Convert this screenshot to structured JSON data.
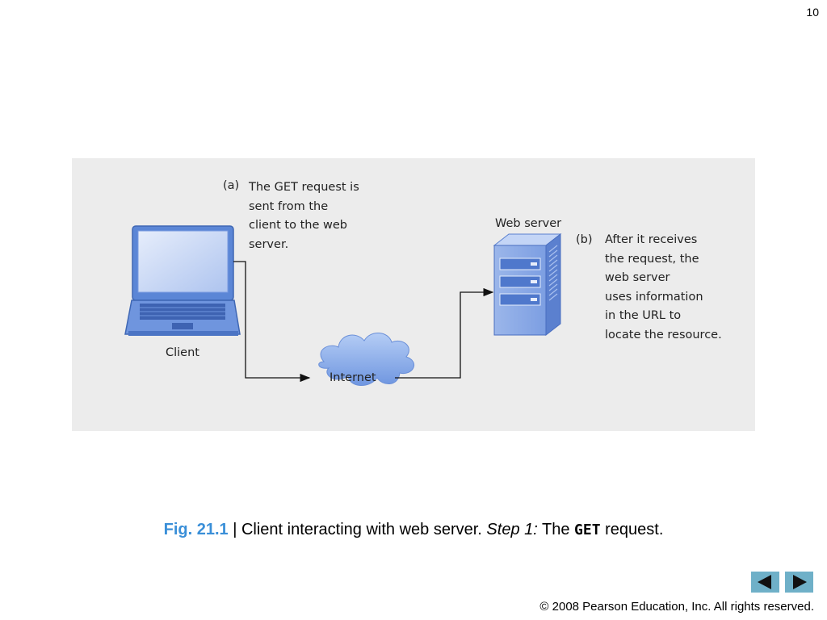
{
  "slide": {
    "page_number": "10"
  },
  "diagram": {
    "step_a_letter": "(a)",
    "step_a_text": "The GET request is\nsent from the\nclient to the web\nserver.",
    "step_b_letter": "(b)",
    "step_b_text": "After it receives\nthe request, the\nweb server\nuses information\nin the URL to\nlocate the resource.",
    "client_label": "Client",
    "internet_label": "Internet",
    "server_label": "Web server"
  },
  "caption": {
    "fig_label": "Fig. 21.1",
    "separator": " | Client interacting with web server. ",
    "step": "Step 1:",
    "the": " The ",
    "code": "GET",
    "tail": " request."
  },
  "navigation": {
    "prev_icon": "triangle-left-icon",
    "next_icon": "triangle-right-icon"
  },
  "footer": {
    "copyright": "© 2008 Pearson Education, Inc.  All rights reserved."
  },
  "colors": {
    "figure_bg": "#ececec",
    "fig_label": "#3a8fd8",
    "nav_button": "#6fb0c8",
    "device_blue": "#5b86d6"
  }
}
